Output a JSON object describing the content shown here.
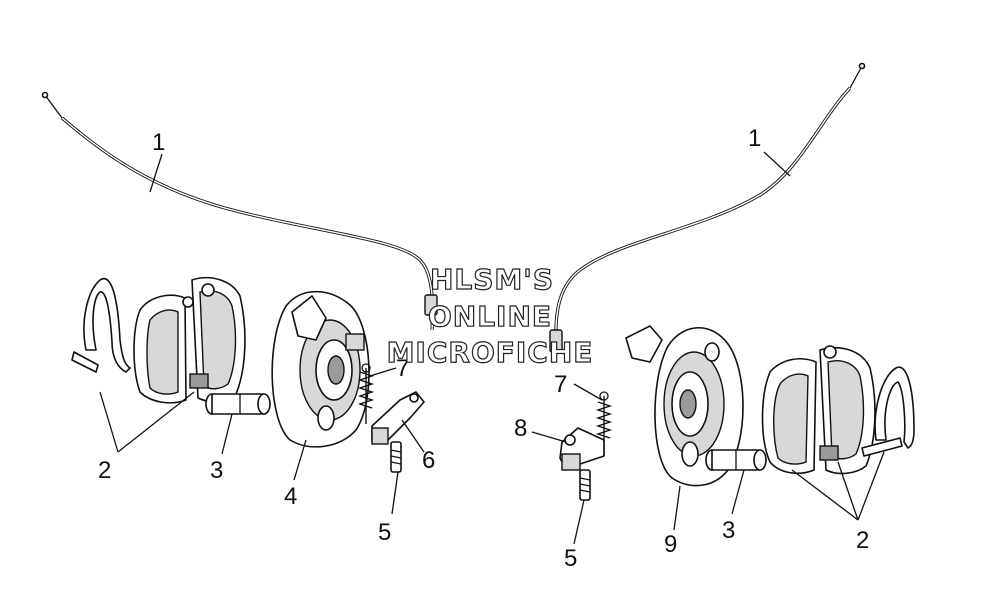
{
  "callouts": [
    {
      "id": "left-1",
      "text": "1"
    },
    {
      "id": "right-1",
      "text": "1"
    },
    {
      "id": "left-2",
      "text": "2"
    },
    {
      "id": "right-2",
      "text": "2"
    },
    {
      "id": "left-3",
      "text": "3"
    },
    {
      "id": "right-3",
      "text": "3"
    },
    {
      "id": "left-4",
      "text": "4"
    },
    {
      "id": "left-5",
      "text": "5"
    },
    {
      "id": "right-5",
      "text": "5"
    },
    {
      "id": "left-6",
      "text": "6"
    },
    {
      "id": "left-7",
      "text": "7"
    },
    {
      "id": "right-7",
      "text": "7"
    },
    {
      "id": "right-8",
      "text": "8"
    },
    {
      "id": "right-9",
      "text": "9"
    }
  ],
  "watermark": {
    "line1": "HLSM'S",
    "line2": "ONLINE",
    "line3": "MICROFICHE"
  }
}
